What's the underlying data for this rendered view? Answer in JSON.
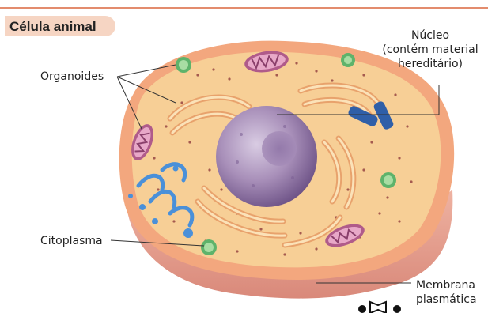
{
  "title": "Célula animal",
  "labels": {
    "nucleus": [
      "Núcleo",
      "(contém material",
      "hereditário)"
    ],
    "organelles": "Organoides",
    "cytoplasm": "Citoplasma",
    "membrane": [
      "Membrana",
      "plasmática"
    ]
  },
  "colors": {
    "accent_rule": "#e38c6d",
    "title_tag": "#f6d5c3",
    "cytoplasm": "#f7c98a",
    "membrane_outer": "#e8a08e",
    "golgi": "#f6d8a6",
    "nucleus": "#b39bc2",
    "mitochondria": "#b05b8a",
    "lysosome": "#5eb36b",
    "smooth_er": "#4a90d9",
    "centrioles": "#2f5fa8"
  }
}
